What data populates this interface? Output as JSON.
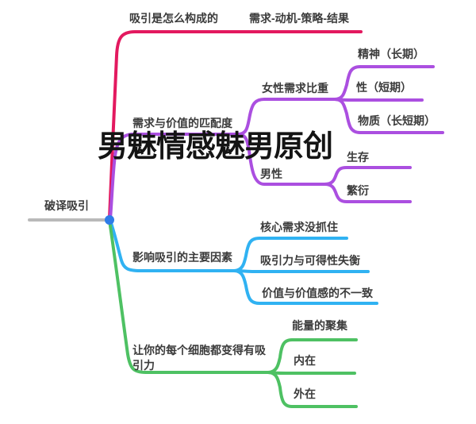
{
  "root": {
    "label": "破译吸引",
    "dot_color": "#2e7ce8",
    "line_color": "#b9b9b9"
  },
  "watermark": {
    "text": "男魅情感魅男原创"
  },
  "branches": [
    {
      "label": "吸引是怎么构成的",
      "color": "#e3195f",
      "children": [
        {
          "label": "需求-动机-策略-结果"
        }
      ]
    },
    {
      "label": "需求与价值的匹配度",
      "color": "#ab4fe0",
      "children": [
        {
          "label": "女性需求比重",
          "children": [
            {
              "label": "精神（长期）"
            },
            {
              "label": "性（短期）"
            },
            {
              "label": "物质（长短期）"
            }
          ]
        },
        {
          "label": "男性",
          "children": [
            {
              "label": "生存"
            },
            {
              "label": "繁衍"
            }
          ]
        }
      ]
    },
    {
      "label": "影响吸引的主要因素",
      "color": "#30b2f2",
      "children": [
        {
          "label": "核心需求没抓住"
        },
        {
          "label": "吸引力与可得性失衡"
        },
        {
          "label": "价值与价值感的不一致"
        }
      ]
    },
    {
      "label": "让你的每个细胞都变得有吸引力",
      "color": "#4ec163",
      "children": [
        {
          "label": "能量的聚集"
        },
        {
          "label": "内在"
        },
        {
          "label": "外在"
        }
      ]
    }
  ]
}
